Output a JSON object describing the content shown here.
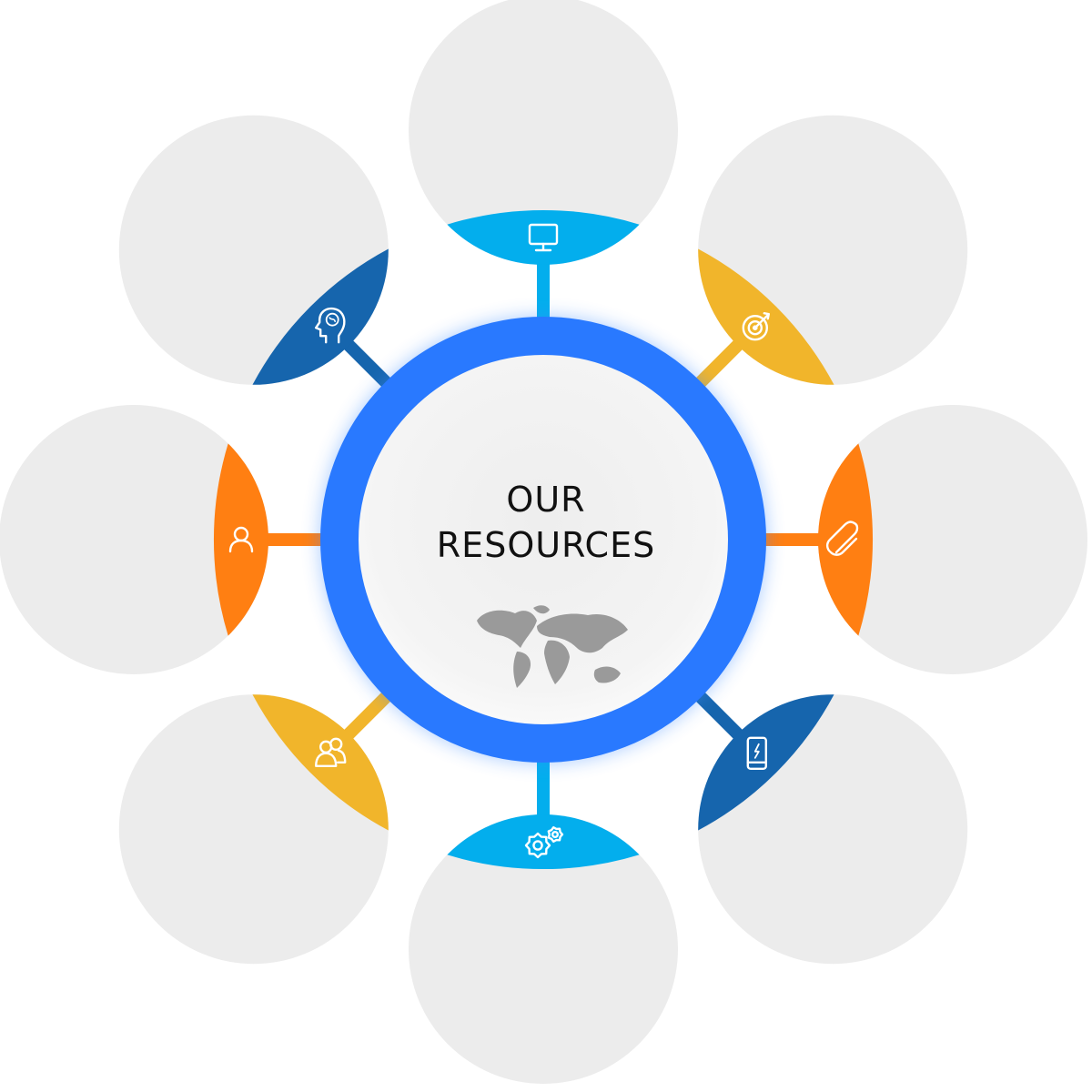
{
  "hub": {
    "line1": "OUR",
    "line2": "RESOURCES",
    "ring_color": "#2979ff",
    "map_icon": "world-map-icon"
  },
  "nodes": [
    {
      "id": "top",
      "icon": "monitor-icon",
      "color": "#03aeed"
    },
    {
      "id": "top-right",
      "icon": "target-icon",
      "color": "#f1b52b"
    },
    {
      "id": "right",
      "icon": "paperclip-icon",
      "color": "#ff7f12"
    },
    {
      "id": "bottom-right",
      "icon": "smartphone-icon",
      "color": "#1665ad"
    },
    {
      "id": "bottom",
      "icon": "gears-icon",
      "color": "#03aeed"
    },
    {
      "id": "bottom-left",
      "icon": "users-icon",
      "color": "#f1b52b"
    },
    {
      "id": "left",
      "icon": "user-icon",
      "color": "#ff7f12"
    },
    {
      "id": "top-left",
      "icon": "brain-head-icon",
      "color": "#1665ad"
    }
  ],
  "bubble_color": "#ececec"
}
